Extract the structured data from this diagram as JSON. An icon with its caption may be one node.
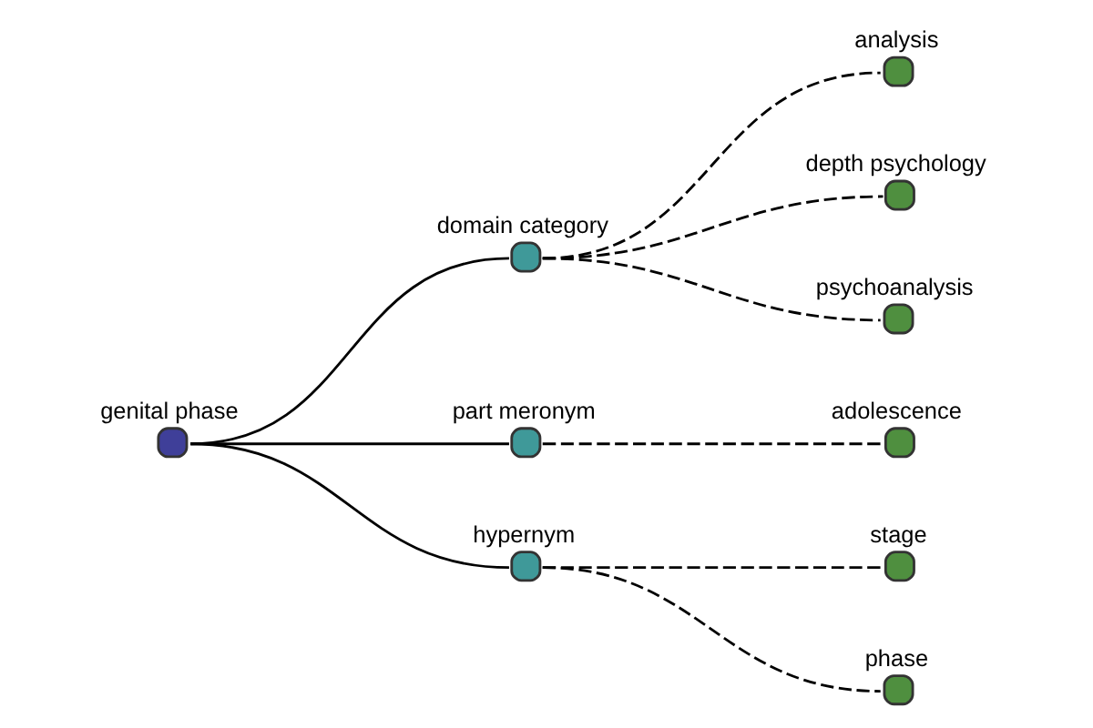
{
  "diagram": {
    "nodes": [
      {
        "text": [
          "analysis"
        ]
      },
      {
        "text": [
          "depth psychology"
        ]
      },
      {
        "text": [
          "psychoanalysis"
        ]
      },
      {
        "text": [
          "domain category"
        ]
      },
      {
        "text": [
          "adolescence"
        ]
      },
      {
        "text": [
          "part meronym"
        ]
      },
      {
        "text": [
          "genital phase"
        ]
      },
      {
        "text": [
          "hypernym"
        ]
      },
      {
        "text": [
          "stage"
        ]
      },
      {
        "text": [
          "phase"
        ]
      }
    ],
    "edges": [
      {
        "from": 6,
        "to": 3,
        "arrow": "none"
      },
      {
        "from": 6,
        "to": 5,
        "arrow": "none"
      },
      {
        "from": 6,
        "to": 7,
        "arrow": "none"
      },
      {
        "from": 3,
        "to": 0,
        "arrow": "none",
        "style": "dashed"
      },
      {
        "from": 3,
        "to": 1,
        "arrow": "none",
        "style": "dashed"
      },
      {
        "from": 3,
        "to": 2,
        "arrow": "none",
        "style": "dashed"
      },
      {
        "from": 5,
        "to": 4,
        "arrow": "none",
        "style": "dashed"
      },
      {
        "from": 7,
        "to": 8,
        "arrow": "none",
        "style": "dashed"
      },
      {
        "from": 7,
        "to": 9,
        "arrow": "none",
        "style": "dashed"
      }
    ]
  }
}
